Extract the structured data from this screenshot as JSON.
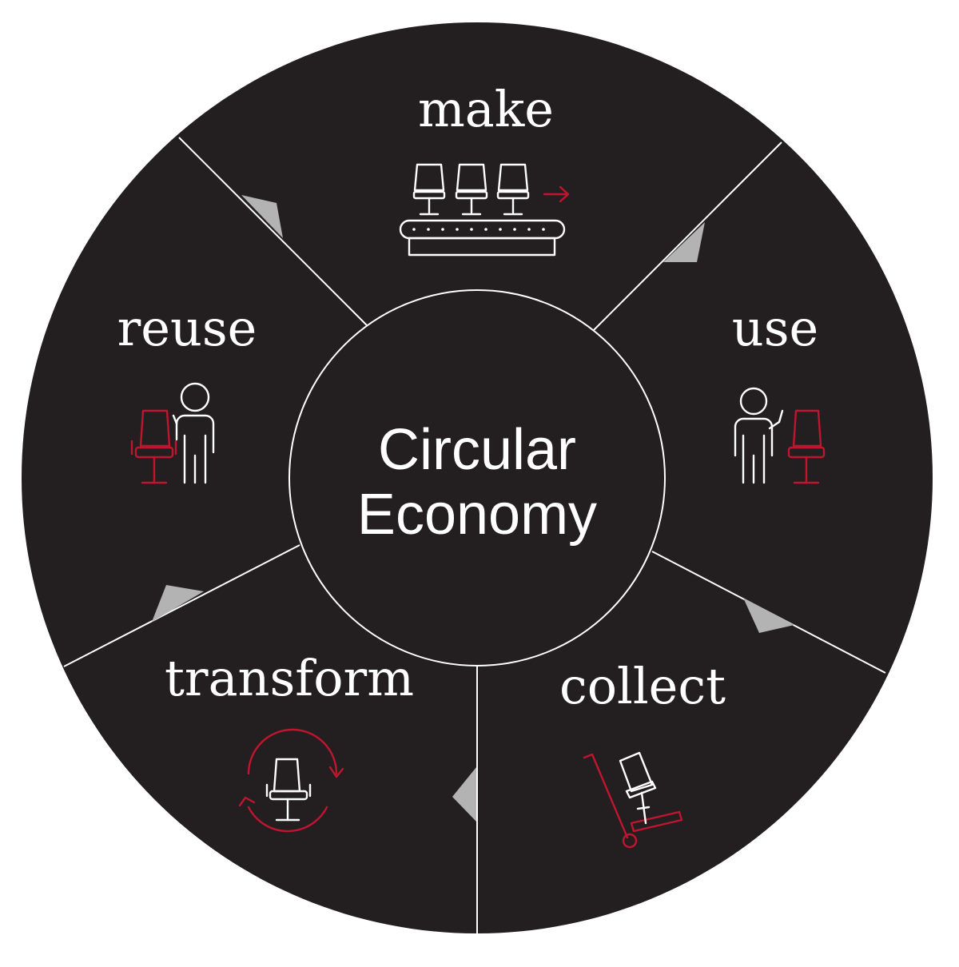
{
  "center": {
    "line1": "Circular",
    "line2": "Economy"
  },
  "stages": [
    {
      "id": "make",
      "label": "make",
      "icon": "conveyor-chairs-icon"
    },
    {
      "id": "use",
      "label": "use",
      "icon": "person-with-chair-icon"
    },
    {
      "id": "collect",
      "label": "collect",
      "icon": "hand-truck-chair-icon"
    },
    {
      "id": "transform",
      "label": "transform",
      "icon": "chair-recycle-arrows-icon"
    },
    {
      "id": "reuse",
      "label": "reuse",
      "icon": "chair-with-person-icon"
    }
  ],
  "colors": {
    "disc": "#231f20",
    "line": "#ffffff",
    "accent": "#c0152f",
    "arrow": "#b3b3b3"
  }
}
